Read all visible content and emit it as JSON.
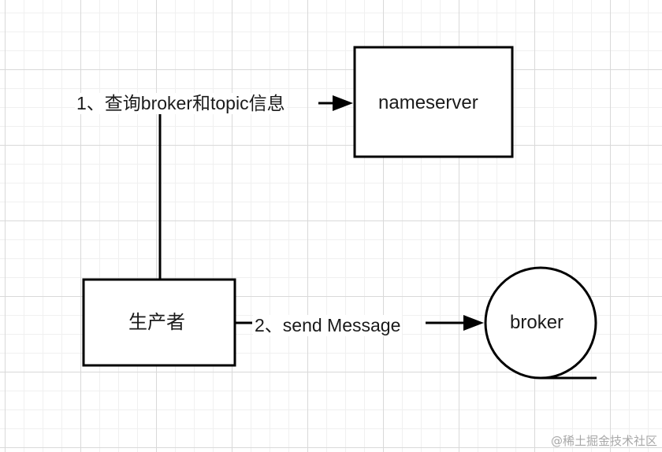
{
  "nodes": {
    "nameserver": {
      "label": "nameserver",
      "shape": "rectangle"
    },
    "producer": {
      "label": "生产者",
      "shape": "rectangle"
    },
    "broker": {
      "label": "broker",
      "shape": "cylinder"
    }
  },
  "edges": [
    {
      "from": "producer",
      "to": "nameserver",
      "label": "1、查询broker和topic信息"
    },
    {
      "from": "producer",
      "to": "broker",
      "label": "2、send Message"
    }
  ],
  "watermark": "@稀土掘金技术社区",
  "colors": {
    "stroke": "#000000",
    "text": "#1a1a1a",
    "grid": "#d9d9d9",
    "watermark": "#a8a8a8"
  }
}
